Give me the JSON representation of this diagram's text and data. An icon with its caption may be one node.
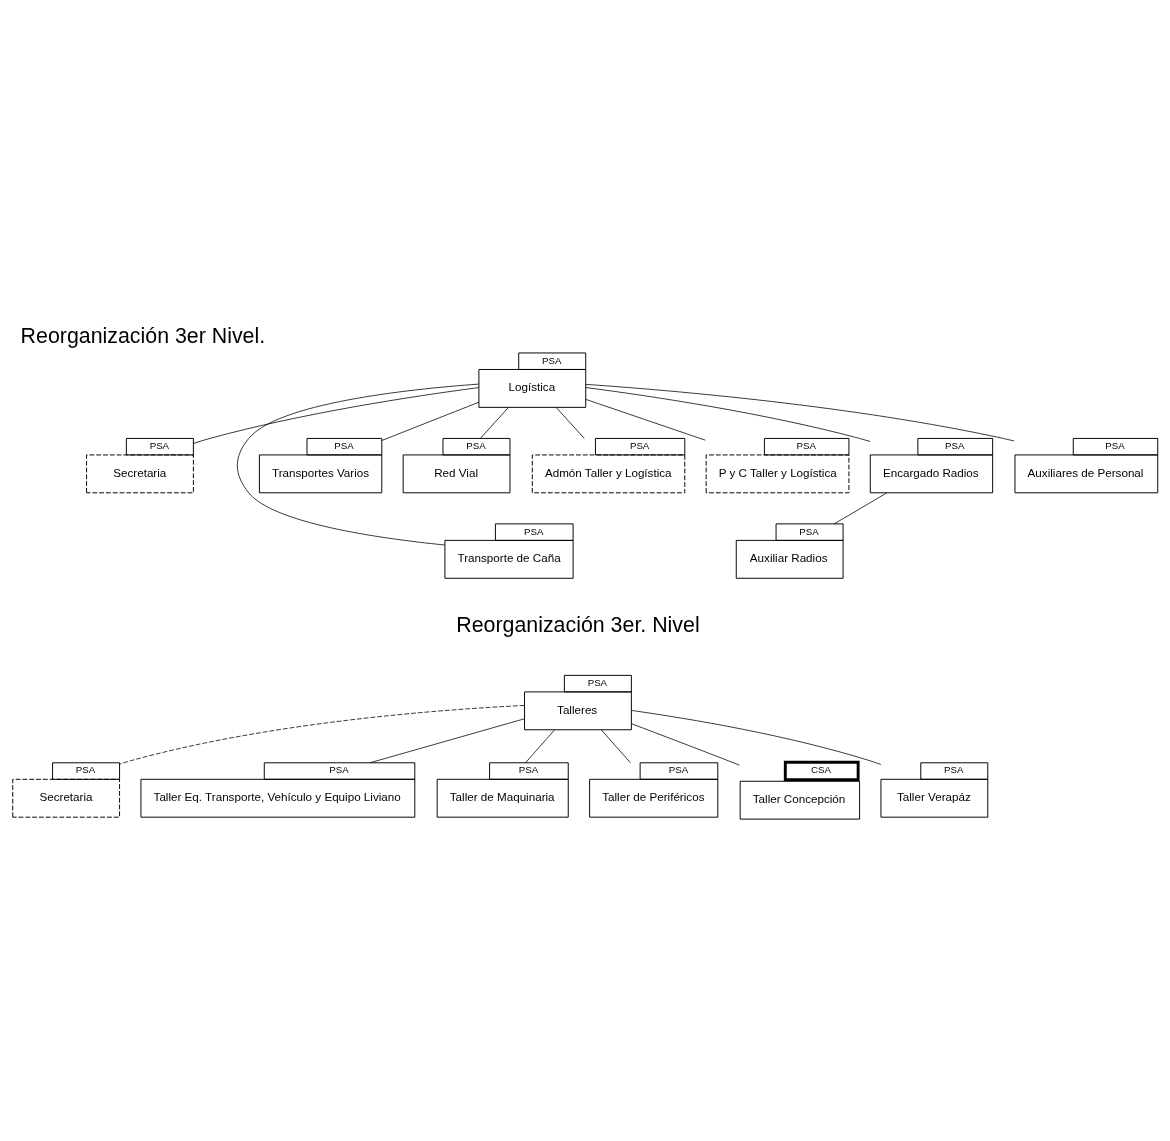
{
  "diagram": {
    "title": "Reorganización 3er Nivel.",
    "nodes": [
      {
        "text": [
          "Logística"
        ],
        "beside": [
          "PSA"
        ]
      },
      {
        "text": [
          "Secretaria"
        ],
        "beside": [
          "PSA"
        ]
      },
      {
        "text": [
          "Transporte de Caña"
        ],
        "beside": [
          "PSA"
        ]
      },
      {
        "text": [
          "Transportes Varios"
        ],
        "beside": [
          "PSA"
        ]
      },
      {
        "text": [
          "Red Vial"
        ],
        "beside": [
          "PSA"
        ]
      },
      {
        "text": [
          "Admón Taller y Logística"
        ],
        "beside": [
          "PSA"
        ]
      },
      {
        "text": [
          "P y C Taller y Logística"
        ],
        "beside": [
          "PSA"
        ]
      },
      {
        "text": [
          "Encargado Radios"
        ],
        "beside": [
          "PSA"
        ]
      },
      {
        "text": [
          "Auxiliares de Personal"
        ],
        "beside": [
          "PSA"
        ]
      },
      {
        "text": [
          "Auxiliar Radios"
        ],
        "beside": [
          "PSA"
        ]
      },
      {
        "text": [
          "Talleres"
        ],
        "beside": [
          "PSA"
        ]
      },
      {
        "text": [
          "Secretaria"
        ],
        "beside": [
          "PSA"
        ]
      },
      {
        "text": [
          "Taller Eq. Transporte, Vehículo y Equipo Liviano"
        ],
        "beside": [
          "PSA"
        ]
      },
      {
        "text": [
          "Taller de Maquinaria"
        ],
        "beside": [
          "PSA"
        ]
      },
      {
        "text": [
          "Taller de Periféricos"
        ],
        "beside": [
          "PSA"
        ]
      },
      {
        "text": [
          "Taller Concepción"
        ],
        "beside": [
          "CSA"
        ]
      },
      {
        "text": [
          "Taller Verapáz"
        ],
        "beside": [
          "PSA"
        ]
      }
    ],
    "edges": [
      {
        "from": 0,
        "to": 1,
        "arrow": "none"
      },
      {
        "from": 0,
        "to": 2,
        "arrow": "none"
      },
      {
        "from": 0,
        "to": 3,
        "arrow": "none"
      },
      {
        "from": 0,
        "to": 4,
        "arrow": "none"
      },
      {
        "from": 0,
        "to": 5,
        "arrow": "none"
      },
      {
        "from": 0,
        "to": 6,
        "arrow": "none"
      },
      {
        "from": 0,
        "to": 7,
        "arrow": "none"
      },
      {
        "from": 0,
        "to": 8,
        "arrow": "none"
      },
      {
        "from": 7,
        "to": 9,
        "arrow": "none"
      },
      {
        "from": 10,
        "to": 11,
        "arrow": "none",
        "style": "dashed"
      },
      {
        "from": 10,
        "to": 12,
        "arrow": "none"
      },
      {
        "from": 10,
        "to": 13,
        "arrow": "none"
      },
      {
        "from": 10,
        "to": 14,
        "arrow": "none"
      },
      {
        "from": 10,
        "to": 15,
        "arrow": "none"
      },
      {
        "from": 10,
        "to": 16,
        "arrow": "none"
      }
    ],
    "labels": [
      "Reorganización 3er. Nivel"
    ]
  }
}
